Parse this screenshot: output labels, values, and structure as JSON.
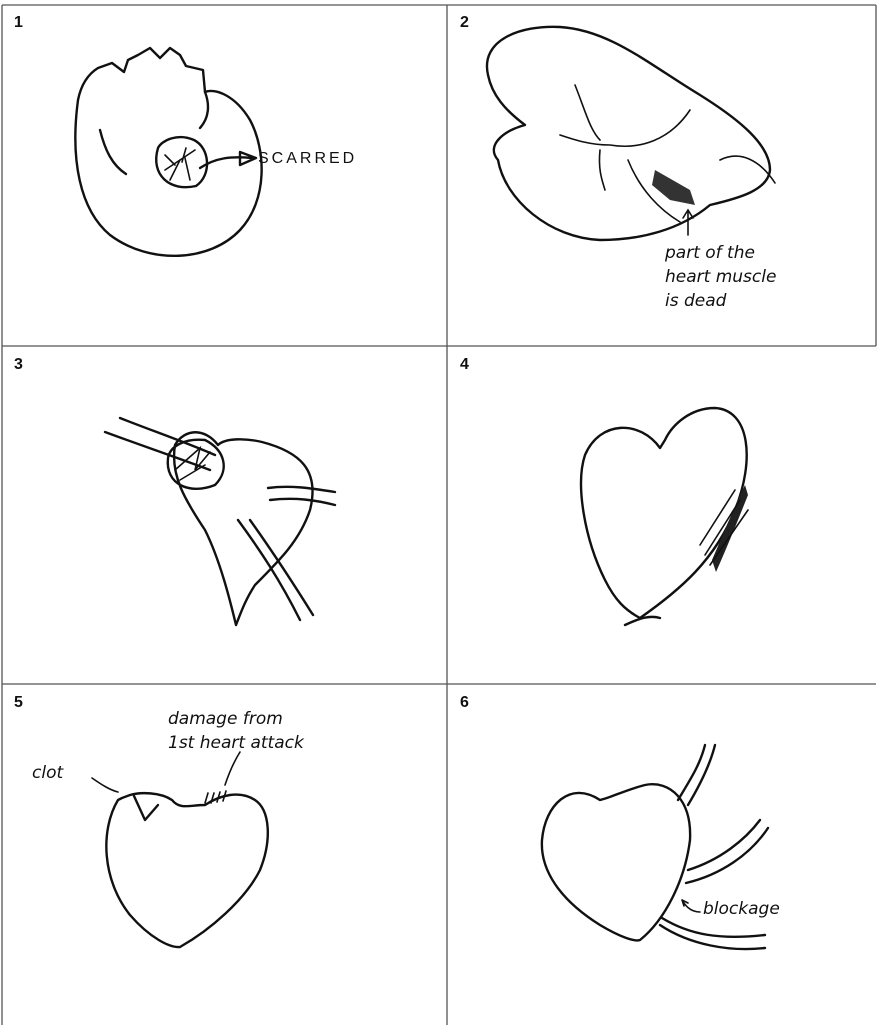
{
  "panels": [
    {
      "number": "1",
      "labels": {
        "scarred": "SCARRED"
      }
    },
    {
      "number": "2",
      "labels": {
        "line1": "part of the",
        "line2": "heart muscle",
        "line3": "is dead"
      }
    },
    {
      "number": "3"
    },
    {
      "number": "4"
    },
    {
      "number": "5",
      "labels": {
        "clot": "clot",
        "damage1": "damage from",
        "damage2": "1st heart attack"
      }
    },
    {
      "number": "6",
      "labels": {
        "blockage": "blockage"
      }
    }
  ],
  "colors": {
    "ink": "#111111",
    "border": "#555555",
    "background": "#ffffff"
  }
}
